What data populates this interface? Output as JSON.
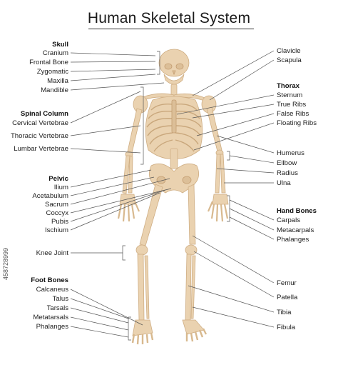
{
  "title": "Human Skeletal System",
  "stock_id": "458728999",
  "left": {
    "skull": {
      "header": "Skull",
      "items": [
        "Cranium",
        "Frontal Bone",
        "Zygomatic",
        "Maxilla",
        "Mandible"
      ]
    },
    "spinal": {
      "header": "Spinal Column",
      "items": [
        "Cervical Vertebrae",
        "Thoracic Vertebrae",
        "Lumbar Vertebrae"
      ]
    },
    "pelvic": {
      "header": "Pelvic",
      "items": [
        "Ilium",
        "Acetabulum",
        "Sacrum",
        "Coccyx",
        "Pubis",
        "Ischium"
      ]
    },
    "knee": "Knee Joint",
    "foot": {
      "header": "Foot Bones",
      "items": [
        "Calcaneus",
        "Talus",
        "Tarsals",
        "Metatarsals",
        "Phalanges"
      ]
    }
  },
  "right": {
    "shoulder": [
      "Clavicle",
      "Scapula"
    ],
    "thorax": {
      "header": "Thorax",
      "items": [
        "Sternum",
        "True Ribs",
        "False Ribs",
        "Floating Ribs"
      ]
    },
    "arm": [
      "Humerus",
      "Ellbow",
      "Radius",
      "Ulna"
    ],
    "hand": {
      "header": "Hand Bones",
      "items": [
        "Carpals",
        "Metacarpals",
        "Phalanges"
      ]
    },
    "leg": [
      "Femur",
      "Patella",
      "Tibia",
      "Fibula"
    ]
  },
  "colors": {
    "bone": "#ead2b0",
    "bone_shadow": "#cfae84",
    "line": "#555555"
  }
}
